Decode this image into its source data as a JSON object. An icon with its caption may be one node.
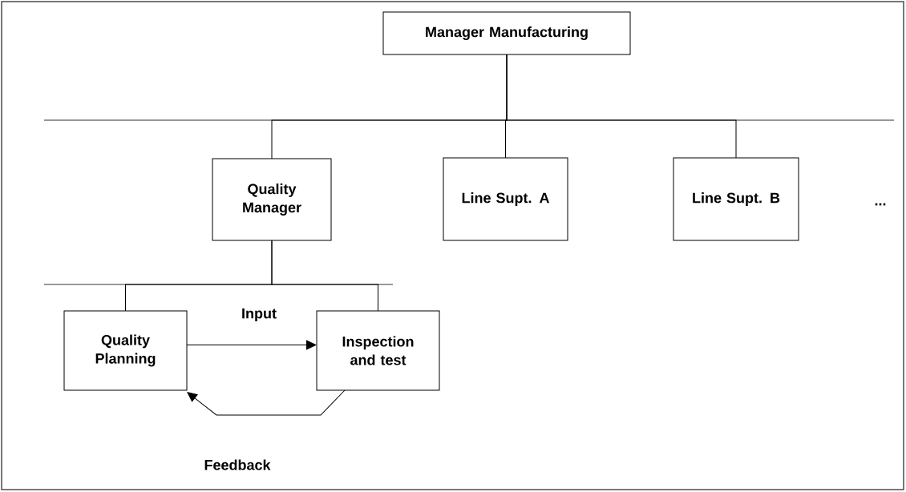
{
  "diagram": {
    "nodes": [
      {
        "text": [
          "Manager Manufacturing"
        ]
      },
      {
        "text": [
          "Quality Manager"
        ]
      },
      {
        "text": [
          "Line Supt. A"
        ]
      },
      {
        "text": [
          "Line Supt. B"
        ]
      },
      {
        "text": [
          "Quality Planning"
        ]
      },
      {
        "text": [
          "Inspection and test"
        ]
      }
    ],
    "edges": [
      {
        "from": 0,
        "to": 1,
        "arrow": "none"
      },
      {
        "from": 0,
        "to": 2,
        "arrow": "none"
      },
      {
        "from": 0,
        "to": 3,
        "arrow": "none"
      },
      {
        "from": 1,
        "to": 4,
        "arrow": "none"
      },
      {
        "from": 1,
        "to": 5,
        "arrow": "none"
      },
      {
        "from": 4,
        "to": 5,
        "arrow": "to",
        "label": "Input"
      },
      {
        "from": 5,
        "to": 4,
        "arrow": "to",
        "label": "Feedback"
      }
    ],
    "labels": [
      "..."
    ]
  }
}
